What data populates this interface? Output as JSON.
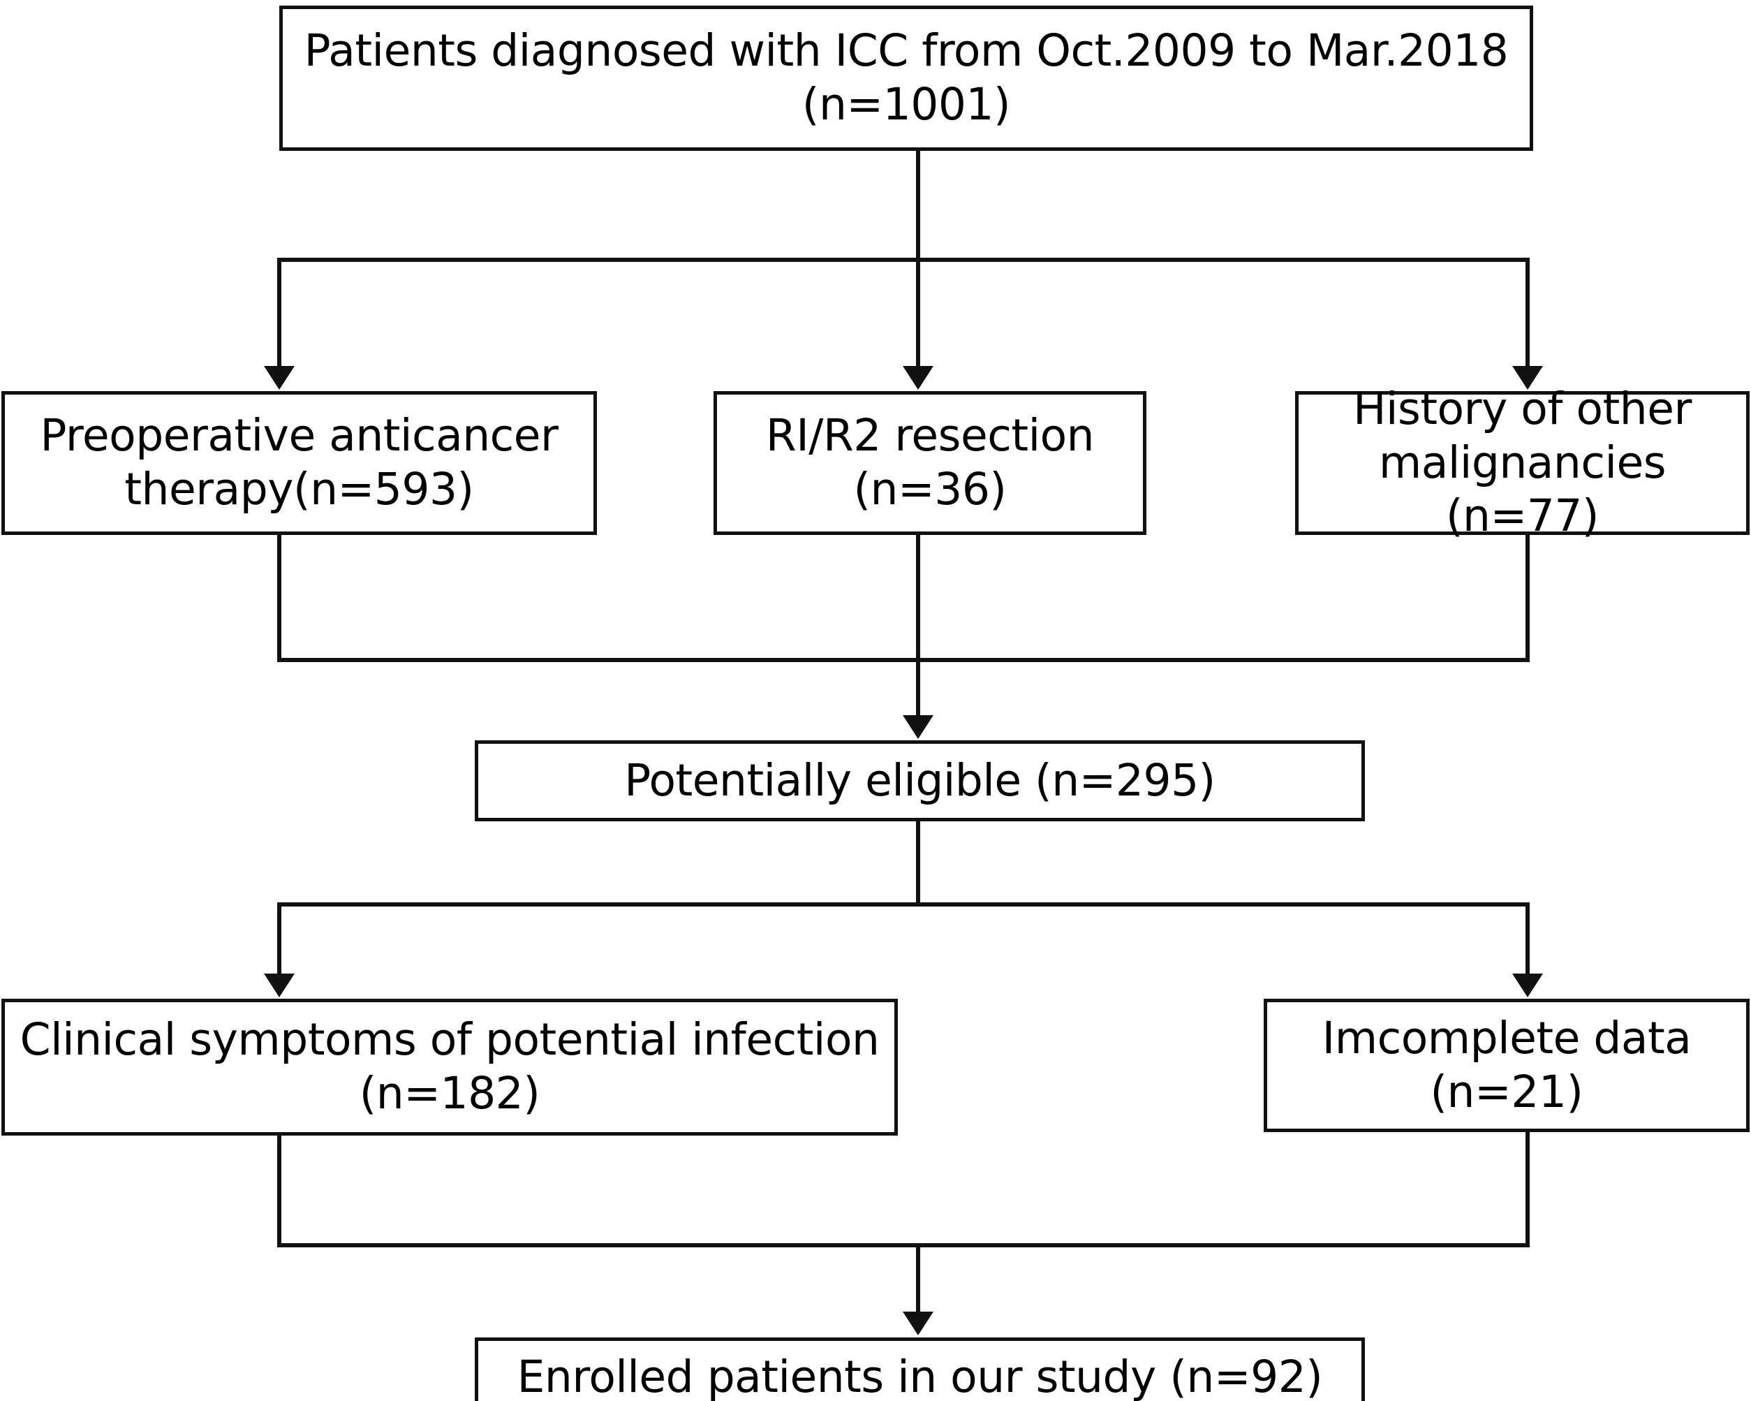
{
  "diagram": {
    "title": "Patient selection flow diagram",
    "type": "flowchart",
    "orientation": "top-to-bottom",
    "line_color": "#111111",
    "box_fill": "#ffffff",
    "text_color": "#000000",
    "nodes": [
      {
        "id": "top",
        "label": "Patients diagnosed with ICC from Oct.2009 to Mar.2018\n(n=1001)",
        "count": 1001,
        "role": "source-cohort"
      },
      {
        "id": "preop",
        "label": "Preoperative anticancer\ntherapy(n=593)",
        "count": 593,
        "role": "exclusion"
      },
      {
        "id": "resection",
        "label": "RI/R2 resection\n(n=36)",
        "count": 36,
        "role": "exclusion"
      },
      {
        "id": "history",
        "label": "History of other\nmalignancies (n=77)",
        "count": 77,
        "role": "exclusion"
      },
      {
        "id": "eligible",
        "label": "Potentially eligible (n=295)",
        "count": 295,
        "role": "intermediate-cohort"
      },
      {
        "id": "clinical",
        "label": "Clinical symptoms of potential infection\n(n=182)",
        "count": 182,
        "role": "exclusion"
      },
      {
        "id": "incomplete",
        "label": "Imcomplete data\n(n=21)",
        "count": 21,
        "role": "exclusion"
      },
      {
        "id": "enrolled",
        "label": "Enrolled patients in our study (n=92)",
        "count": 92,
        "role": "final-cohort"
      }
    ],
    "edges": [
      {
        "from": "top",
        "to": "preop"
      },
      {
        "from": "top",
        "to": "resection"
      },
      {
        "from": "top",
        "to": "history"
      },
      {
        "from": "preop",
        "to": "eligible"
      },
      {
        "from": "resection",
        "to": "eligible"
      },
      {
        "from": "history",
        "to": "eligible"
      },
      {
        "from": "eligible",
        "to": "clinical"
      },
      {
        "from": "eligible",
        "to": "incomplete"
      },
      {
        "from": "clinical",
        "to": "enrolled"
      },
      {
        "from": "incomplete",
        "to": "enrolled"
      }
    ]
  }
}
